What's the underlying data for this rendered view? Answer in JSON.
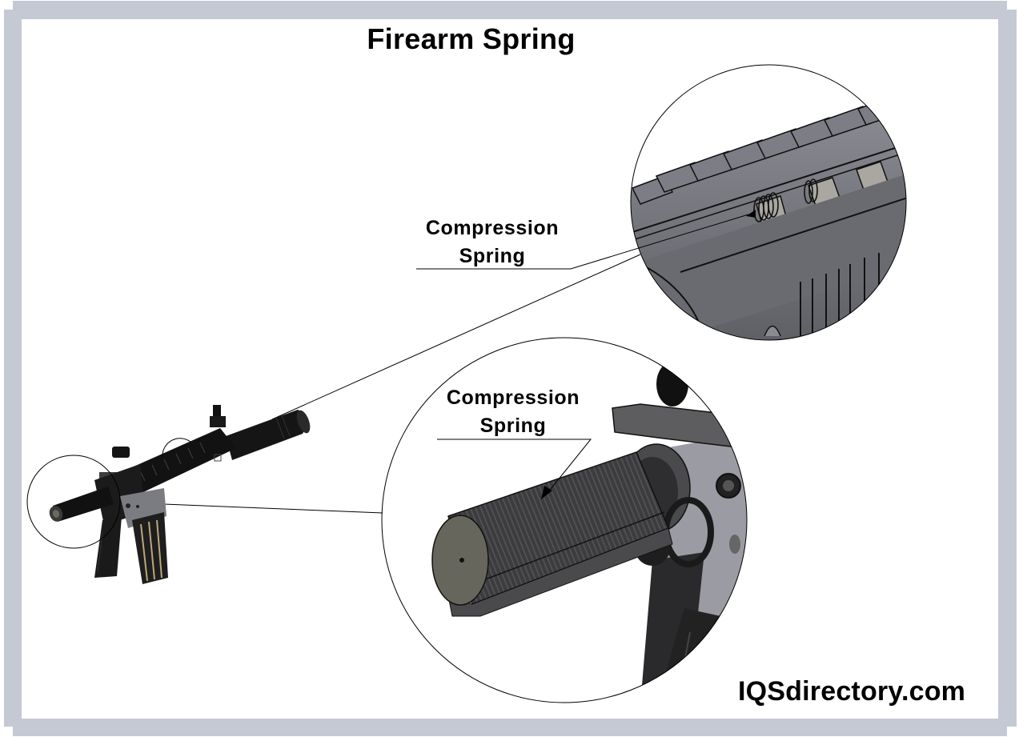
{
  "figure": {
    "title": "Firearm Spring",
    "callouts": [
      {
        "line1": "Compression",
        "line2": "Spring"
      },
      {
        "line1": "Compression",
        "line2": "Spring"
      }
    ],
    "brand": "IQSdirectory.com"
  },
  "colors": {
    "frame": "#c4c9d4",
    "background": "#ffffff",
    "text": "#000000",
    "metal_dark": "#1c1c1c",
    "metal_grey": "#6e6f75",
    "metal_light": "#9a9ba3",
    "magazine_stripe": "#b8a878"
  }
}
